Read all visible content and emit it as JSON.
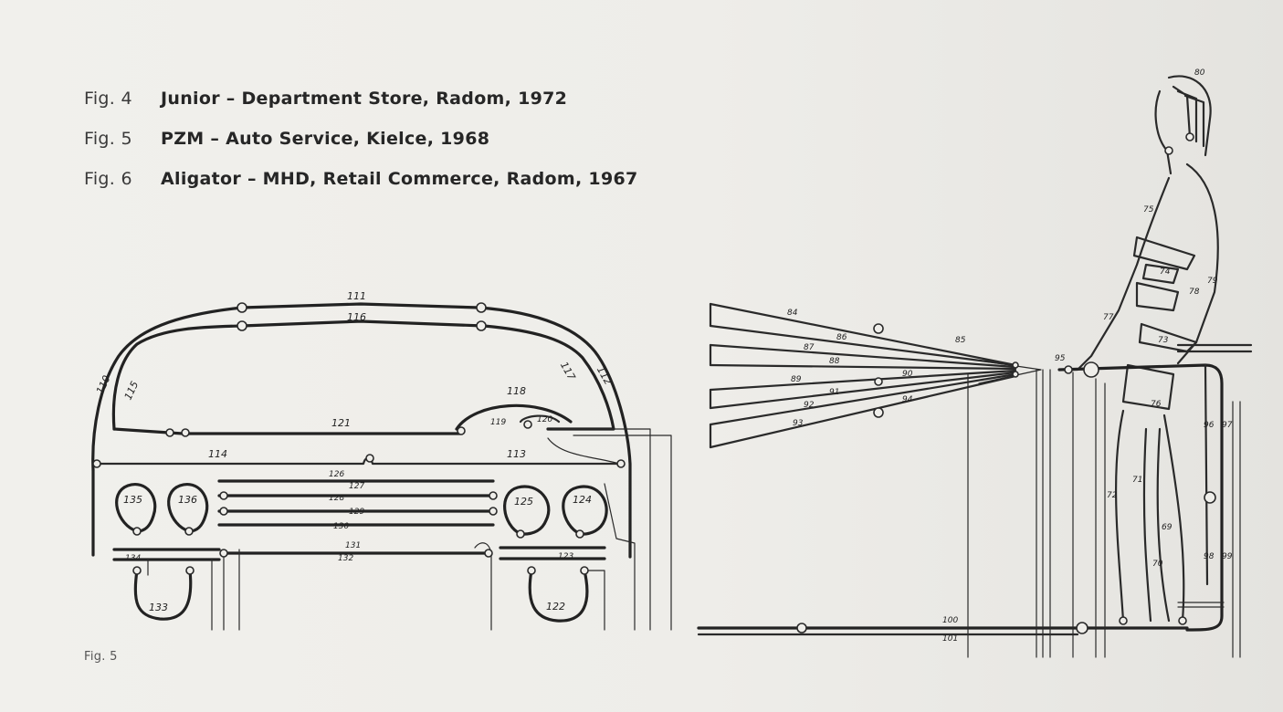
{
  "captions": [
    {
      "num": "Fig. 4",
      "title": "Junior – Department Store, Radom, 1972"
    },
    {
      "num": "Fig. 5",
      "title": "PZM – Auto Service, Kielce, 1968"
    },
    {
      "num": "Fig. 6",
      "title": "Aligator – MHD, Retail Commerce, Radom, 1967"
    }
  ],
  "figure_label": "Fig. 5",
  "car_labels": {
    "l111": "111",
    "l116": "116",
    "l110": "110",
    "l115": "115",
    "l117": "117",
    "l112": "112",
    "l118": "118",
    "l119": "119",
    "l120": "120",
    "l121": "121",
    "l114": "114",
    "l113": "113",
    "l126": "126",
    "l127": "127",
    "l128": "128",
    "l129": "129",
    "l130": "130",
    "l131": "131",
    "l132": "132",
    "l134": "134",
    "l123": "123",
    "l135": "135",
    "l136": "136",
    "l125": "125",
    "l124": "124",
    "l133": "133",
    "l122": "122"
  },
  "figure_labels": {
    "l80": "80",
    "l75": "75",
    "l74": "74",
    "l78": "78",
    "l79": "79",
    "l77": "77",
    "l76": "76",
    "l73": "73",
    "l84": "84",
    "l86": "86",
    "l87": "87",
    "l88": "88",
    "l85": "85",
    "l89": "89",
    "l90": "90",
    "l91": "91",
    "l92": "92",
    "l94": "94",
    "l93": "93",
    "l95": "95",
    "l96": "96",
    "l97": "97",
    "l72": "72",
    "l71": "71",
    "l69": "69",
    "l70": "70",
    "l98": "98",
    "l99": "99",
    "l100": "100",
    "l101": "101"
  }
}
